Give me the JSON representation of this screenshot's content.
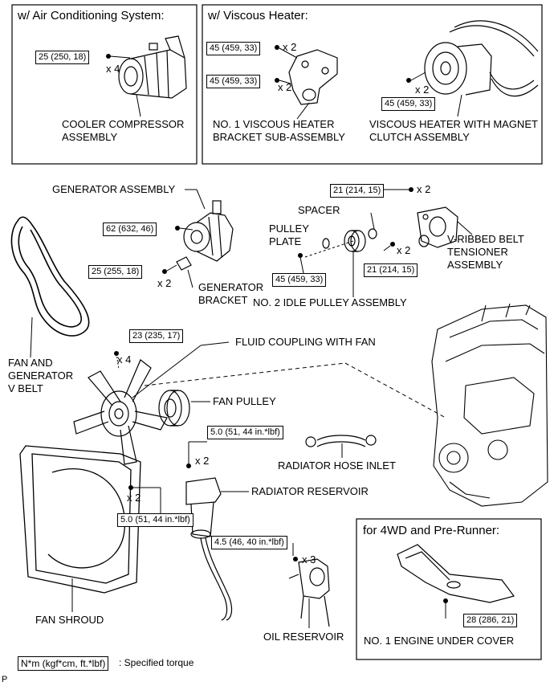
{
  "panels": {
    "ac_title": "w/ Air Conditioning System:",
    "viscous_title": "w/ Viscous Heater:",
    "fourwd_title": "for 4WD and Pre-Runner:"
  },
  "torques": {
    "compressor_bolt": "25 (250, 18)",
    "viscous_bracket_upper": "45 (459, 33)",
    "viscous_bracket_lower": "45 (459, 33)",
    "viscous_clutch": "45 (459, 33)",
    "generator_upper": "62 (632, 46)",
    "generator_bracket": "25 (255, 18)",
    "tensioner_top": "21 (214, 15)",
    "tensioner_bottom": "21 (214, 15)",
    "pulley_plate": "45 (459, 33)",
    "fan": "23 (235, 17)",
    "reservoir": "5.0 (51, 44 in.*lbf)",
    "shroud": "5.0 (51, 44 in.*lbf)",
    "oil_reservoir": "4.5 (46, 40 in.*lbf)",
    "under_cover": "28 (286, 21)"
  },
  "quantities": {
    "compressor": "x 4",
    "viscous_upper": "x 2",
    "viscous_lower": "x 2",
    "viscous_clutch": "x 2",
    "tensioner_top": "x 2",
    "tensioner_bottom": "x 2",
    "generator_bracket": "x 2",
    "fan": "x 4",
    "reservoir": "x 2",
    "shroud": "x 2",
    "oil_reservoir": "x 3"
  },
  "labels": {
    "cooler_compressor": "COOLER COMPRESSOR\nASSEMBLY",
    "viscous_bracket": "NO. 1 VISCOUS HEATER\nBRACKET SUB-ASSEMBLY",
    "viscous_magnet": "VISCOUS HEATER WITH MAGNET\nCLUTCH ASSEMBLY",
    "generator_assembly": "GENERATOR ASSEMBLY",
    "pulley_plate": "PULLEY\nPLATE",
    "spacer": "SPACER",
    "v_ribbed": "V-RIBBED BELT\nTENSIONER\nASSEMBLY",
    "generator_bracket": "GENERATOR\nBRACKET",
    "idle_pulley": "NO. 2 IDLE PULLEY ASSEMBLY",
    "fan_belt": "FAN AND\nGENERATOR\nV BELT",
    "fluid_coupling": "FLUID COUPLING WITH FAN",
    "fan_pulley": "FAN PULLEY",
    "radiator_hose": "RADIATOR HOSE INLET",
    "radiator_reservoir": "RADIATOR RESERVOIR",
    "fan_shroud": "FAN SHROUD",
    "oil_reservoir": "OIL RESERVOIR",
    "under_cover": "NO. 1 ENGINE UNDER COVER"
  },
  "legend": {
    "unit_box": "N*m (kgf*cm, ft.*lbf)",
    "unit_text": ": Specified torque"
  },
  "footer_code": "P"
}
